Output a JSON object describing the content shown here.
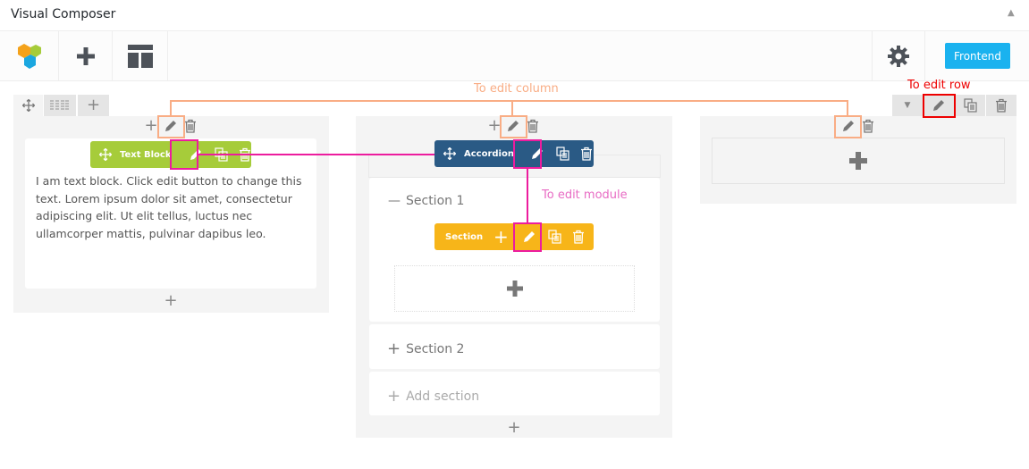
{
  "header": {
    "title": "Visual Composer",
    "collapse_icon": "triangle-up-icon"
  },
  "toolbar": {
    "logo": "visual-composer-logo",
    "add_icon": "plus-icon",
    "templates_icon": "layout-icon",
    "settings_icon": "gear-icon",
    "frontend_label": "Frontend"
  },
  "colors": {
    "text_block": "#a6cc3a",
    "accordion": "#2a5a85",
    "section": "#f7b519",
    "column_annotation": "#f9ad85",
    "module_annotation": "#ec1c9e",
    "row_annotation": "#ee0000",
    "frontend": "#1ab2ef"
  },
  "annotations": {
    "column": "To edit column",
    "module": "To edit module",
    "row": "To edit row"
  },
  "col1": {
    "text": "I am text block. Click edit button to change this text. Lorem ipsum dolor sit amet, consectetur adipiscing elit. Ut elit tellus, luctus nec ullamcorper mattis, pulvinar dapibus leo.",
    "module_label": "Text Block"
  },
  "col2": {
    "accordion_label": "Accordion",
    "section_bar_label": "Section",
    "sections": [
      {
        "label": "Section 1",
        "state": "expanded"
      },
      {
        "label": "Section 2",
        "state": "collapsed"
      }
    ],
    "add_section": "Add section"
  }
}
